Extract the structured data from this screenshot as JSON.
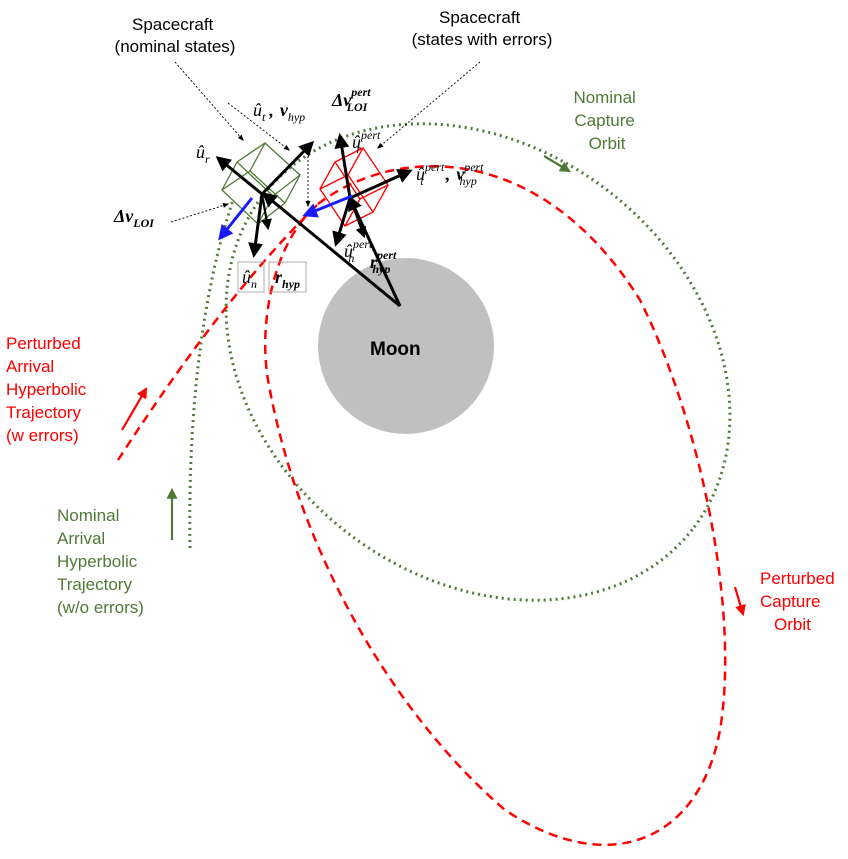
{
  "colors": {
    "nominal": "#4e7a36",
    "perturbed": "#ff0000",
    "moon": "#c0c0c0",
    "delta_v_arrow": "#1a1aff"
  },
  "labels": {
    "spacecraft_nominal": [
      "Spacecraft",
      "(nominal states)"
    ],
    "spacecraft_errors": [
      "Spacecraft",
      "(states with errors)"
    ],
    "nominal_capture_orbit": [
      "Nominal",
      "Capture",
      "Orbit"
    ],
    "perturbed_arrival": [
      "Perturbed",
      "Arrival",
      "Hyperbolic",
      "Trajectory",
      "(w errors)"
    ],
    "nominal_arrival": [
      "Nominal",
      "Arrival",
      "Hyperbolic",
      "Trajectory",
      "(w/o errors)"
    ],
    "perturbed_capture_orbit": [
      "Perturbed",
      "Capture",
      "Orbit"
    ],
    "moon": "Moon"
  },
  "math": {
    "u_r": "û",
    "u_r_sub": "r",
    "u_t": "û",
    "u_t_sub": "t",
    "v_hyp": "v",
    "v_hyp_sub": "hyp",
    "delta_v_pert": "Δv",
    "delta_v_pert_sup": "pert",
    "delta_v_pert_sub": "LOI",
    "u_r_pert_sup": "pert",
    "u_t_pert_sup": "pert",
    "v_hyp_pert_sup": "pert",
    "delta_v": "Δv",
    "delta_v_sub": "LOI",
    "u_n": "û",
    "u_n_sub": "n",
    "u_n_pert_sup": "pert",
    "r_hyp": "r",
    "r_hyp_sub": "hyp",
    "r_hyp_pert_sup": "pert",
    "comma": ","
  }
}
